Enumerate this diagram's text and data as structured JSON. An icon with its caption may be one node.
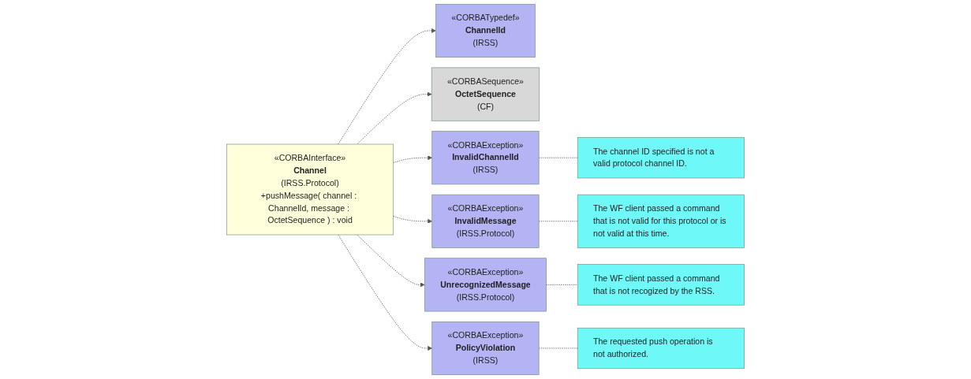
{
  "diagram": {
    "nodes": [
      {
        "text": [
          "«CORBAInterface»",
          "Channel",
          "(IRSS.Protocol)",
          "+pushMessage( channel : ChannelId, message : OctetSequence ) : void"
        ]
      },
      {
        "text": [
          "«CORBATypedef»",
          "ChannelId",
          "(IRSS)"
        ]
      },
      {
        "text": [
          "«CORBASequence»",
          "OctetSequence",
          "(CF)"
        ]
      },
      {
        "text": [
          "«CORBAException»",
          "InvalidChannelId",
          "(IRSS)"
        ]
      },
      {
        "text": [
          "«CORBAException»",
          "InvalidMessage",
          "(IRSS.Protocol)"
        ]
      },
      {
        "text": [
          "«CORBAException»",
          "UnrecognizedMessage",
          "(IRSS.Protocol)"
        ]
      },
      {
        "text": [
          "«CORBAException»",
          "PolicyViolation",
          "(IRSS)"
        ]
      },
      {
        "text": [
          "The channel ID specified is not a valid protocol channel ID."
        ]
      },
      {
        "text": [
          "The WF client passed a command that is not valid for this protocol or is not valid at this time."
        ]
      },
      {
        "text": [
          "The WF client passed a command that is not recogized by the RSS."
        ]
      },
      {
        "text": [
          "The requested push operation is not authorized."
        ]
      }
    ],
    "edges": [
      {
        "from": 0,
        "to": 3,
        "arrow": "to",
        "style": "dashed"
      },
      {
        "from": 0,
        "to": 4,
        "arrow": "to",
        "style": "dashed"
      },
      {
        "from": 0,
        "to": 5,
        "arrow": "to",
        "style": "dashed"
      },
      {
        "from": 0,
        "to": 6,
        "arrow": "to",
        "style": "dashed"
      },
      {
        "from": 0,
        "to": 1,
        "arrow": "to",
        "style": "dashed"
      },
      {
        "from": 0,
        "to": 2,
        "arrow": "to",
        "style": "dashed"
      },
      {
        "from": 3,
        "to": 7,
        "arrow": "none",
        "style": "dashed"
      },
      {
        "from": 4,
        "to": 8,
        "arrow": "none",
        "style": "dashed"
      },
      {
        "from": 5,
        "to": 9,
        "arrow": "none",
        "style": "dashed"
      },
      {
        "from": 6,
        "to": 10,
        "arrow": "none",
        "style": "dashed"
      }
    ]
  }
}
